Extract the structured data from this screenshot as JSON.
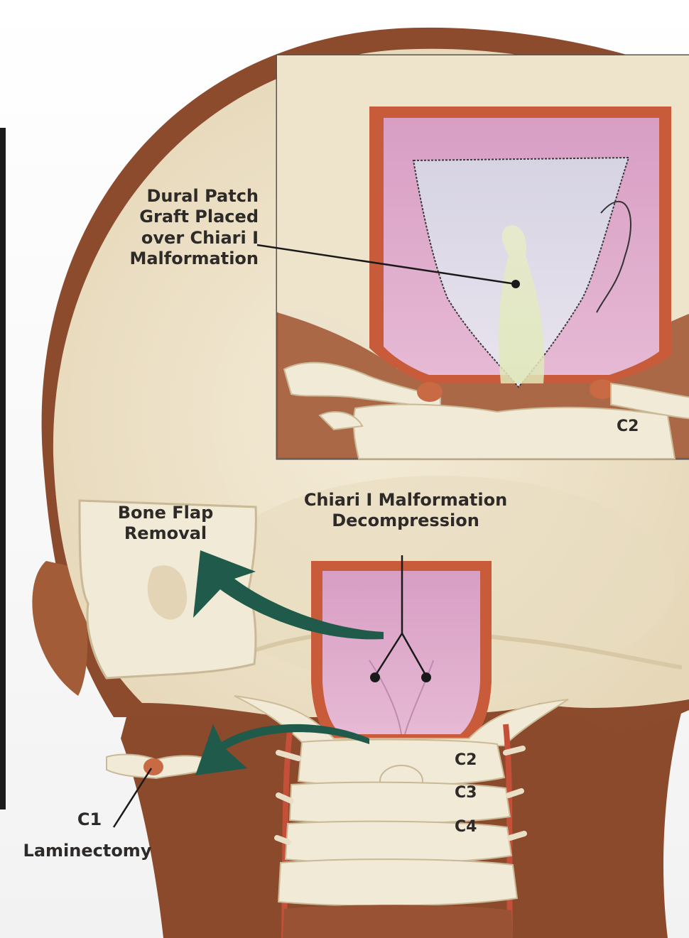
{
  "labels": {
    "dural_patch": "Dural Patch\nGraft Placed\nover Chiari I\nMalformation",
    "decompression": "Chiari I Malformation\nDecompression",
    "bone_flap": "Bone Flap\nRemoval",
    "c1": "C1",
    "laminectomy": "Laminectomy",
    "c2_inset": "C2",
    "c2": "C2",
    "c3": "C3",
    "c4": "C4"
  },
  "colors": {
    "skin": "#8a4a2c",
    "skull": "#efe4cc",
    "bone": "#f1ead6",
    "dura": "#deaccb",
    "patch": "#e4e0ea",
    "arrow": "#1f5a4a",
    "inset_border": "#555555"
  }
}
